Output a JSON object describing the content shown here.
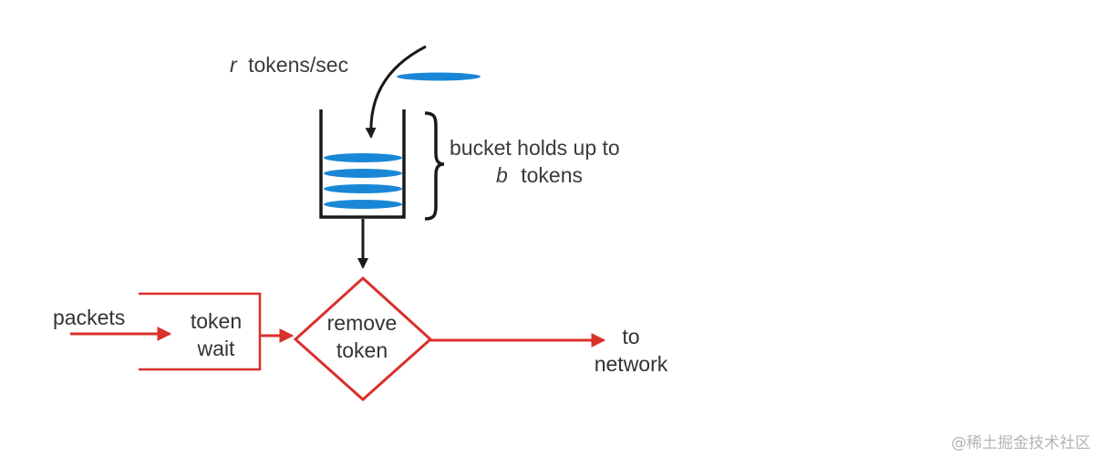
{
  "labels": {
    "rate_var": "r",
    "rate_text": "tokens/sec",
    "bucket_line1": "bucket holds up to",
    "bucket_var": "b",
    "bucket_line2_text": "tokens",
    "packets": "packets",
    "token_wait_line1": "token",
    "token_wait_line2": "wait",
    "remove_token_line1": "remove",
    "remove_token_line2": "token",
    "to_network_line1": "to",
    "to_network_line2": "network"
  },
  "watermark": "@稀土掘金技术社区",
  "bucket": {
    "token_count": 4
  },
  "colors": {
    "token_blue": "#1a87d6",
    "flow_red": "#d9302a",
    "stroke_dark": "#1a1a1a",
    "text": "#3a3a3a"
  }
}
